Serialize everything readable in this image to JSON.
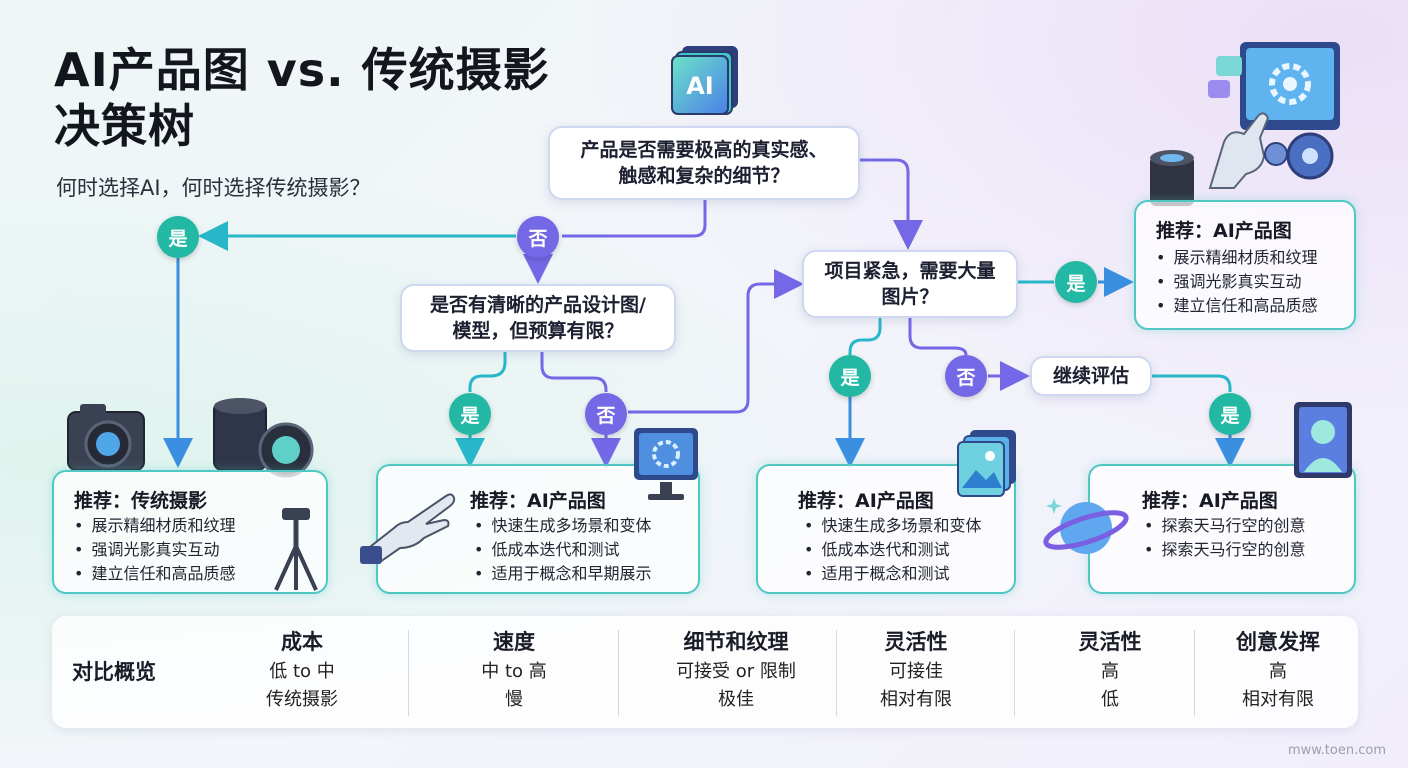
{
  "header": {
    "title": "AI产品图 vs. 传统摄影\n决策树",
    "subtitle": "何时选择AI，何时选择传统摄影？"
  },
  "questions": {
    "q1": "产品是否需要极高的真实感、\n触感和复杂的细节？",
    "q2": "是否有清晰的产品设计图/\n模型，但预算有限？",
    "q3": "项目紧急，需要大量\n图片？",
    "q4": "继续评估"
  },
  "badges": {
    "yes": "是",
    "no": "否"
  },
  "recommendations": {
    "traditional": {
      "title": "推荐：传统摄影",
      "items": [
        "展示精细材质和纹理",
        "强调光影真实互动",
        "建立信任和高品质感"
      ]
    },
    "ai_top_right": {
      "title": "推荐：AI产品图",
      "items": [
        "展示精细材质和纹理",
        "强调光影真实互动",
        "建立信任和高品质感"
      ]
    },
    "ai_concept": {
      "title": "推荐：AI产品图",
      "items": [
        "快速生成多场景和变体",
        "低成本迭代和测试",
        "适用于概念和早期展示"
      ]
    },
    "ai_urgent": {
      "title": "推荐：AI产品图",
      "items": [
        "快速生成多场景和变体",
        "低成本迭代和测试",
        "适用于概念和测试"
      ]
    },
    "ai_creative": {
      "title": "推荐：AI产品图",
      "items": [
        "探索天马行空的创意",
        "探索天马行空的创意"
      ]
    }
  },
  "comparison": {
    "label": "对比概览",
    "columns": [
      {
        "header": "成本",
        "values": [
          "低 to 中",
          "传统摄影"
        ]
      },
      {
        "header": "速度",
        "values": [
          "中 to 高",
          "慢"
        ]
      },
      {
        "header": "细节和纹理",
        "values": [
          "可接受 or 限制",
          "极佳"
        ]
      },
      {
        "header": "灵活性",
        "values": [
          "可接佳",
          "相对有限"
        ]
      },
      {
        "header": "灵活性",
        "values": [
          "高",
          "低"
        ]
      },
      {
        "header": "创意发挥",
        "values": [
          "高",
          "相对有限"
        ]
      }
    ]
  },
  "icons": {
    "ai_chip": "AI",
    "top": "ai-chip-icon",
    "top_right": "robot-hand-monitor-icon",
    "traditional": "camera-lens-tripod-icon",
    "concept": "robot-hand-icon",
    "urgent": "image-gallery-icon",
    "creative": "planet-portrait-icon"
  },
  "colors": {
    "yes": "#23b8a4",
    "no": "#7468e6",
    "teal_line": "#27b7c9",
    "purple_line": "#7468e6",
    "rec_border": "#4fc7c2"
  },
  "watermark": "mww.toen.com"
}
